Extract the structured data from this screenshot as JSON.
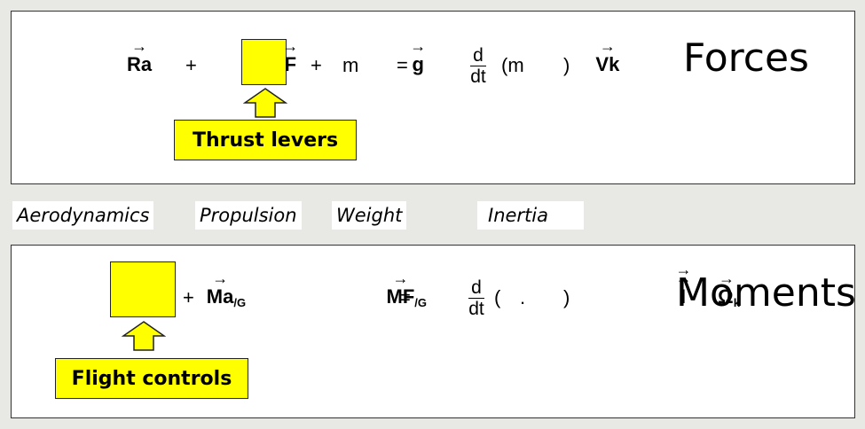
{
  "forces": {
    "term_ra": "Ra",
    "plus1": "+",
    "term_f": "F",
    "plus2": "+",
    "term_m": "m",
    "term_g": "g",
    "equals": "=",
    "d_num": "d",
    "dt_den": "dt",
    "paren_open": "(m",
    "term_vk": "Vk",
    "paren_close": ")",
    "title": "Forces",
    "control_label": "Thrust levers"
  },
  "labels": {
    "aerodynamics": "Aerodynamics",
    "propulsion": "Propulsion",
    "weight": "Weight",
    "inertia": "Inertia"
  },
  "moments": {
    "term_ma": "Ma",
    "term_ma_sub": "/G",
    "plus": "+",
    "term_mf": "MF",
    "term_mf_sub": "/G",
    "equals": "=",
    "d_num": "d",
    "dt_den": "dt",
    "paren_open": "(",
    "term_i": "I",
    "dot": ".",
    "term_omega": "Ω",
    "term_omega_sub": "k",
    "paren_close": ")",
    "title": "Moments",
    "control_label": "Flight controls"
  },
  "colors": {
    "highlight": "#ffff00",
    "background": "#e8e8e5"
  }
}
